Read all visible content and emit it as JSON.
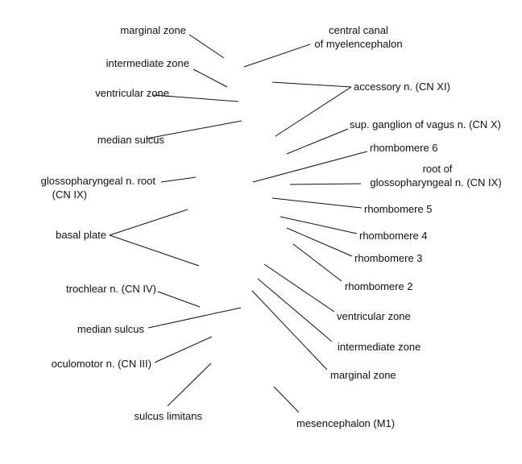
{
  "left_labels": {
    "marginal_zone": "marginal zone",
    "intermediate_zone": "intermediate zone",
    "ventricular_zone": "ventricular zone",
    "median_sulcus_upper": "median sulcus",
    "glossopharyngeal_root_1": "glossopharyngeal n. root",
    "glossopharyngeal_root_2": "(CN IX)",
    "basal_plate": "basal plate",
    "trochlear": "trochlear n. (CN IV)",
    "median_sulcus_lower": "median sulcus",
    "oculomotor": "oculomotor n. (CN III)",
    "sulcus_limitans": "sulcus limitans"
  },
  "right_labels": {
    "central_canal_1": "central canal",
    "central_canal_2": "of myelencephalon",
    "accessory": "accessory n. (CN XI)",
    "sup_ganglion": "sup. ganglion of vagus n. (CN X)",
    "rhombomere_6": "rhombomere 6",
    "root_of_1": "root of",
    "root_of_2": "glossopharyngeal n. (CN IX)",
    "rhombomere_5": "rhombomere 5",
    "rhombomere_4": "rhombomere 4",
    "rhombomere_3": "rhombomere 3",
    "rhombomere_2": "rhombomere 2",
    "ventricular_zone": "ventricular zone",
    "intermediate_zone": "intermediate zone",
    "marginal_zone": "marginal zone",
    "mesencephalon": "mesencephalon (M1)"
  }
}
